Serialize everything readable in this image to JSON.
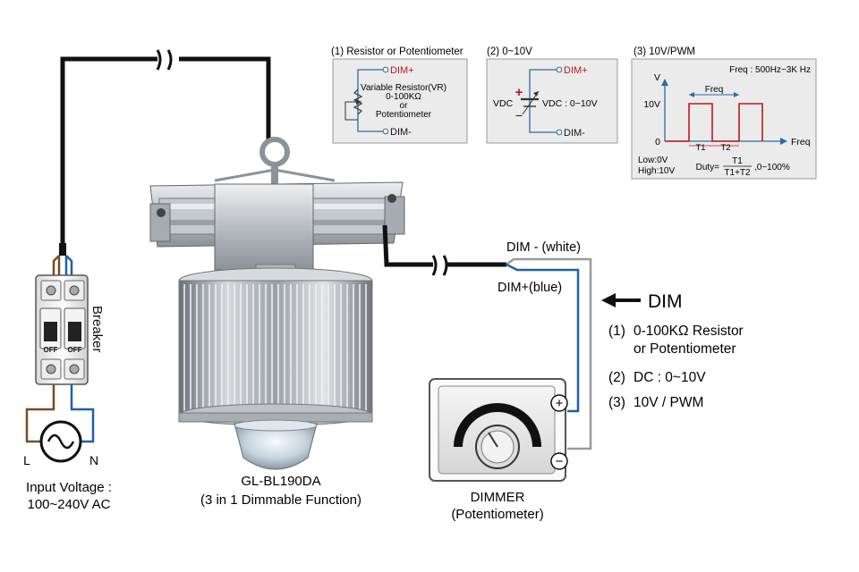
{
  "breaker": {
    "label": "Breaker",
    "off_left": "OFF",
    "off_right": "OFF"
  },
  "input": {
    "terminal_l": "L",
    "terminal_n": "N",
    "voltage_line1": "Input Voltage :",
    "voltage_line2": "100~240V AC"
  },
  "product": {
    "model": "GL-BL190DA",
    "subtitle": "(3 in 1 Dimmable Function)"
  },
  "wires": {
    "dim_minus": "DIM - (white)",
    "dim_plus": "DIM+(blue)",
    "colors": {
      "mains": "#111111",
      "brown": "#7a4a24",
      "blue": "#1f5fb0",
      "white": "#9a9a9a",
      "red": "#c01818"
    }
  },
  "dimmer": {
    "name": "DIMMER",
    "type": "(Potentiometer)",
    "plus": "+",
    "minus": "−"
  },
  "dim_options": {
    "heading": "DIM",
    "items": [
      {
        "num": "(1)",
        "line1": "0-100KΩ Resistor",
        "line2": "or Potentiometer"
      },
      {
        "num": "(2)",
        "line1": "DC : 0~10V",
        "line2": ""
      },
      {
        "num": "(3)",
        "line1": "10V / PWM",
        "line2": ""
      }
    ]
  },
  "insets": {
    "resistor": {
      "title": "(1) Resistor or Potentiometer",
      "dim_plus": "DIM+",
      "dim_minus": "DIM-",
      "text1": "Variable Resistor(VR)",
      "text2": "0-100KΩ",
      "text3": "or",
      "text4": "Potentiometer"
    },
    "vdc": {
      "title": "(2) 0~10V",
      "dim_plus": "DIM+",
      "dim_minus": "DIM-",
      "left_label": "VDC",
      "right_label": "VDC : 0~10V",
      "plus": "+",
      "minus": "−"
    },
    "pwm": {
      "title": "(3) 10V/PWM",
      "freq_range": "Freq : 500Hz~3K Hz",
      "v_axis": "V",
      "v10": "10V",
      "zero": "0",
      "freq_axis": "Freq",
      "freq_span": "Freq",
      "t1": "T1",
      "t2": "T2",
      "low": "Low:0V",
      "high": "High:10V",
      "duty_label": "Duty=",
      "duty_num": "T1",
      "duty_den": "T1+T2",
      "duty_range": ",0~100%"
    }
  }
}
